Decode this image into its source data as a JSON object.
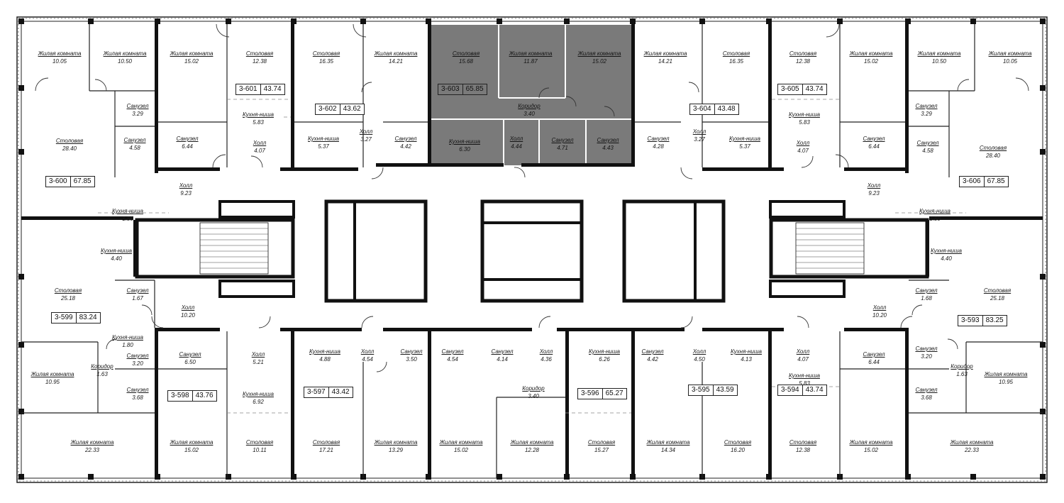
{
  "plan": {
    "highlight_color": "#7a7a7a",
    "wall_color": "#111111",
    "apartments": [
      {
        "id": "3-600",
        "area": "67.85"
      },
      {
        "id": "3-601",
        "area": "43.74"
      },
      {
        "id": "3-602",
        "area": "43.62"
      },
      {
        "id": "3-603",
        "area": "65.85",
        "highlighted": true
      },
      {
        "id": "3-604",
        "area": "43.48"
      },
      {
        "id": "3-605",
        "area": "43.74"
      },
      {
        "id": "3-606",
        "area": "67.85"
      },
      {
        "id": "3-599",
        "area": "83.24"
      },
      {
        "id": "3-593",
        "area": "83.25"
      },
      {
        "id": "3-598",
        "area": "43.76"
      },
      {
        "id": "3-597",
        "area": "43.42"
      },
      {
        "id": "3-596",
        "area": "65.27"
      },
      {
        "id": "3-595",
        "area": "43.59"
      },
      {
        "id": "3-594",
        "area": "43.74"
      }
    ],
    "rooms": [
      {
        "name": "Жилая комната",
        "area": "10.05"
      },
      {
        "name": "Жилая комната",
        "area": "10.50"
      },
      {
        "name": "Санузел",
        "area": "3.29"
      },
      {
        "name": "Столовая",
        "area": "28.40"
      },
      {
        "name": "Санузел",
        "area": "4.58"
      },
      {
        "name": "Холл",
        "area": "9.23"
      },
      {
        "name": "Кухня-ниша",
        "area": "1.80"
      },
      {
        "name": "Жилая комната",
        "area": "15.02"
      },
      {
        "name": "Столовая",
        "area": "12.38"
      },
      {
        "name": "Кухня-ниша",
        "area": "5.83"
      },
      {
        "name": "Санузел",
        "area": "6.44"
      },
      {
        "name": "Холл",
        "area": "4.07"
      },
      {
        "name": "Столовая",
        "area": "16.35"
      },
      {
        "name": "Жилая комната",
        "area": "14.21"
      },
      {
        "name": "Кухня-ниша",
        "area": "5.37"
      },
      {
        "name": "Холл",
        "area": "3.27"
      },
      {
        "name": "Санузел",
        "area": "4.42"
      },
      {
        "name": "Столовая",
        "area": "15.68"
      },
      {
        "name": "Жилая комната",
        "area": "11.87"
      },
      {
        "name": "Жилая комната",
        "area": "15.02"
      },
      {
        "name": "Коридор",
        "area": "3.40"
      },
      {
        "name": "Кухня-ниша",
        "area": "6.30"
      },
      {
        "name": "Холл",
        "area": "4.44"
      },
      {
        "name": "Санузел",
        "area": "4.71"
      },
      {
        "name": "Санузел",
        "area": "4.43"
      },
      {
        "name": "Жилая комната",
        "area": "14.21"
      },
      {
        "name": "Столовая",
        "area": "16.35"
      },
      {
        "name": "Санузел",
        "area": "4.28"
      },
      {
        "name": "Холл",
        "area": "3.27"
      },
      {
        "name": "Кухня-ниша",
        "area": "5.37"
      },
      {
        "name": "Столовая",
        "area": "12.38"
      },
      {
        "name": "Жилая комната",
        "area": "15.02"
      },
      {
        "name": "Кухня-ниша",
        "area": "5.83"
      },
      {
        "name": "Холл",
        "area": "4.07"
      },
      {
        "name": "Санузел",
        "area": "6.44"
      },
      {
        "name": "Жилая комната",
        "area": "10.50"
      },
      {
        "name": "Жилая комната",
        "area": "10.05"
      },
      {
        "name": "Санузел",
        "area": "3.29"
      },
      {
        "name": "Санузел",
        "area": "4.58"
      },
      {
        "name": "Столовая",
        "area": "28.40"
      },
      {
        "name": "Холл",
        "area": "9.23"
      },
      {
        "name": "Кухня-ниша",
        "area": "1.80"
      },
      {
        "name": "Кухня-ниша",
        "area": "4.40"
      },
      {
        "name": "Столовая",
        "area": "25.18"
      },
      {
        "name": "Санузел",
        "area": "1.67"
      },
      {
        "name": "Холл",
        "area": "10.20"
      },
      {
        "name": "Кухня-ниша",
        "area": "4.40"
      },
      {
        "name": "Столовая",
        "area": "25.18"
      },
      {
        "name": "Санузел",
        "area": "1.68"
      },
      {
        "name": "Холл",
        "area": "10.20"
      },
      {
        "name": "Кухня-ниша",
        "area": "1.80"
      },
      {
        "name": "Санузел",
        "area": "3.20"
      },
      {
        "name": "Коридор",
        "area": "1.63"
      },
      {
        "name": "Жилая комната",
        "area": "10.95"
      },
      {
        "name": "Санузел",
        "area": "3.68"
      },
      {
        "name": "Жилая комната",
        "area": "22.33"
      },
      {
        "name": "Санузел",
        "area": "6.50"
      },
      {
        "name": "Холл",
        "area": "5.21"
      },
      {
        "name": "Кухня-ниша",
        "area": "6.92"
      },
      {
        "name": "Жилая комната",
        "area": "15.02"
      },
      {
        "name": "Столовая",
        "area": "10.11"
      },
      {
        "name": "Кухня-ниша",
        "area": "4.88"
      },
      {
        "name": "Холл",
        "area": "4.54"
      },
      {
        "name": "Санузел",
        "area": "3.50"
      },
      {
        "name": "Столовая",
        "area": "17.21"
      },
      {
        "name": "Жилая комната",
        "area": "13.29"
      },
      {
        "name": "Санузел",
        "area": "4.54"
      },
      {
        "name": "Санузел",
        "area": "4.14"
      },
      {
        "name": "Холл",
        "area": "4.36"
      },
      {
        "name": "Коридор",
        "area": "3.40"
      },
      {
        "name": "Жилая комната",
        "area": "15.02"
      },
      {
        "name": "Жилая комната",
        "area": "12.28"
      },
      {
        "name": "Кухня-ниша",
        "area": "6.26"
      },
      {
        "name": "Столовая",
        "area": "15.27"
      },
      {
        "name": "Санузел",
        "area": "4.42"
      },
      {
        "name": "Холл",
        "area": "4.50"
      },
      {
        "name": "Кухня-ниша",
        "area": "4.13"
      },
      {
        "name": "Жилая комната",
        "area": "14.34"
      },
      {
        "name": "Столовая",
        "area": "16.20"
      },
      {
        "name": "Холл",
        "area": "4.07"
      },
      {
        "name": "Кухня-ниша",
        "area": "5.83"
      },
      {
        "name": "Санузел",
        "area": "6.44"
      },
      {
        "name": "Столовая",
        "area": "12.38"
      },
      {
        "name": "Жилая комната",
        "area": "15.02"
      },
      {
        "name": "Санузел",
        "area": "3.20"
      },
      {
        "name": "Коридор",
        "area": "1.63"
      },
      {
        "name": "Жилая комната",
        "area": "10.95"
      },
      {
        "name": "Санузел",
        "area": "3.68"
      },
      {
        "name": "Жилая комната",
        "area": "22.33"
      }
    ]
  }
}
